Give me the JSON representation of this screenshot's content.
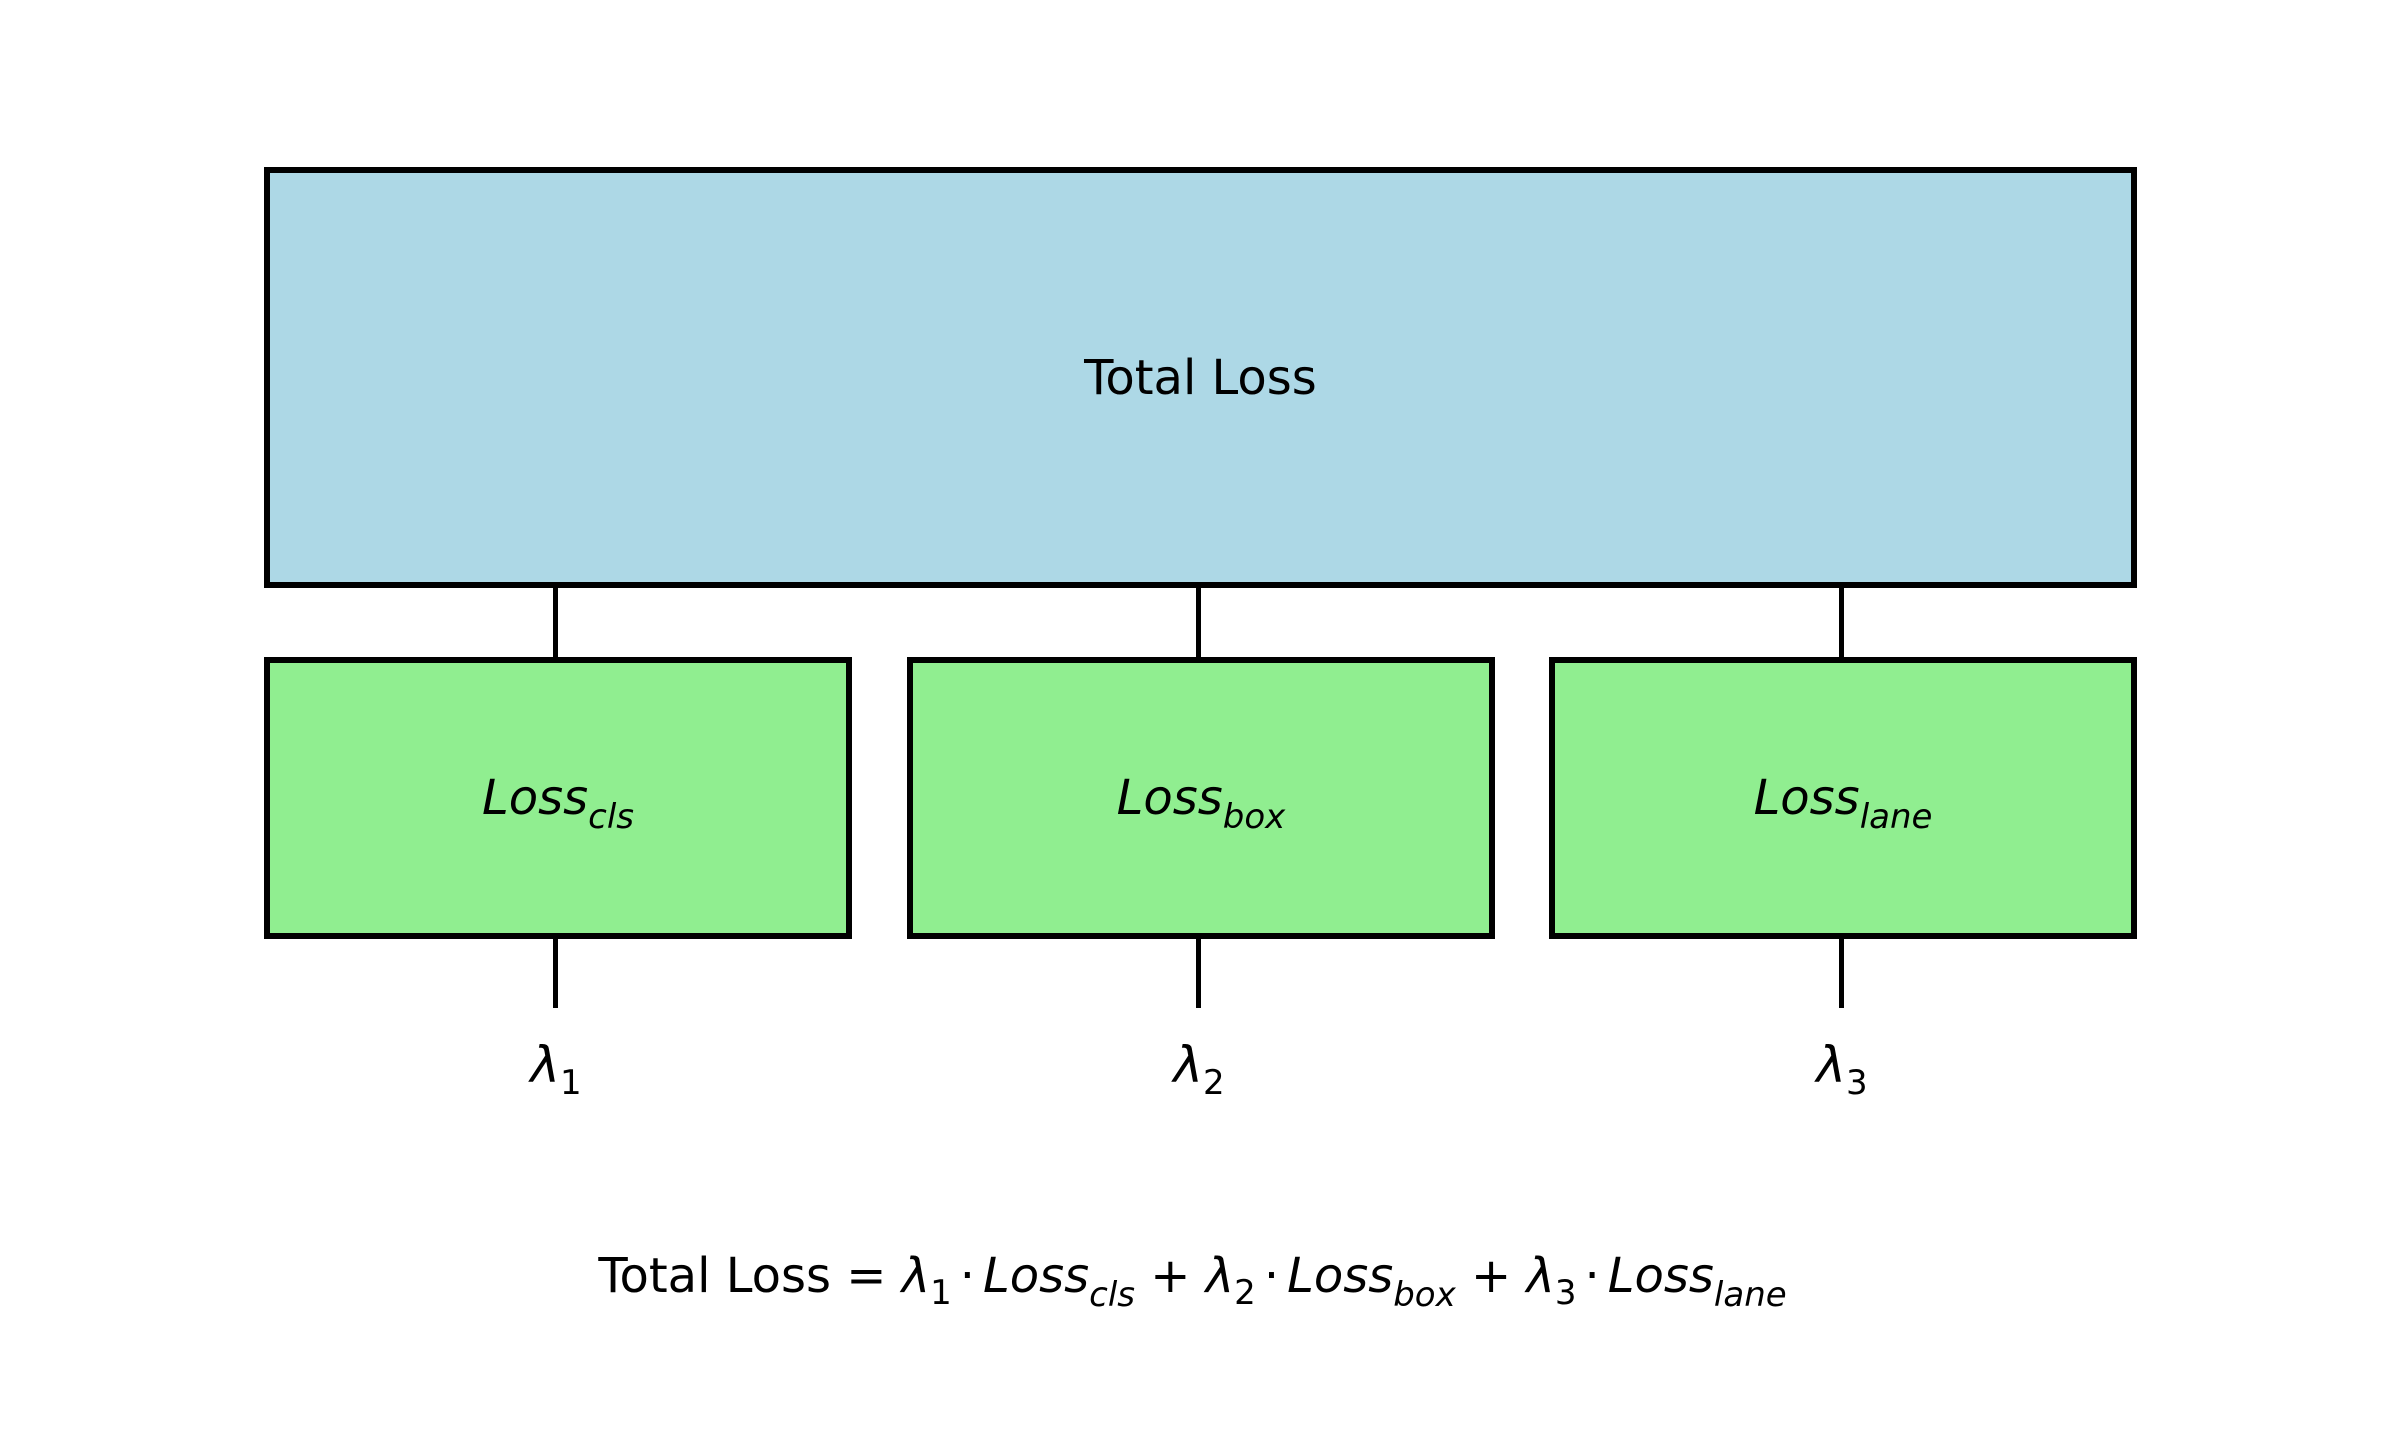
{
  "diagram": {
    "root": {
      "label": "Total Loss",
      "color": "#add8e6"
    },
    "components": [
      {
        "base": "Loss",
        "subscript": "cls",
        "weight_symbol": "λ",
        "weight_index": "1"
      },
      {
        "base": "Loss",
        "subscript": "box",
        "weight_symbol": "λ",
        "weight_index": "2"
      },
      {
        "base": "Loss",
        "subscript": "lane",
        "weight_symbol": "λ",
        "weight_index": "3"
      }
    ],
    "component_color": "#90ee90",
    "formula": {
      "lhs": "Total Loss",
      "equals": "=",
      "plus": "+",
      "dot": "·"
    }
  }
}
